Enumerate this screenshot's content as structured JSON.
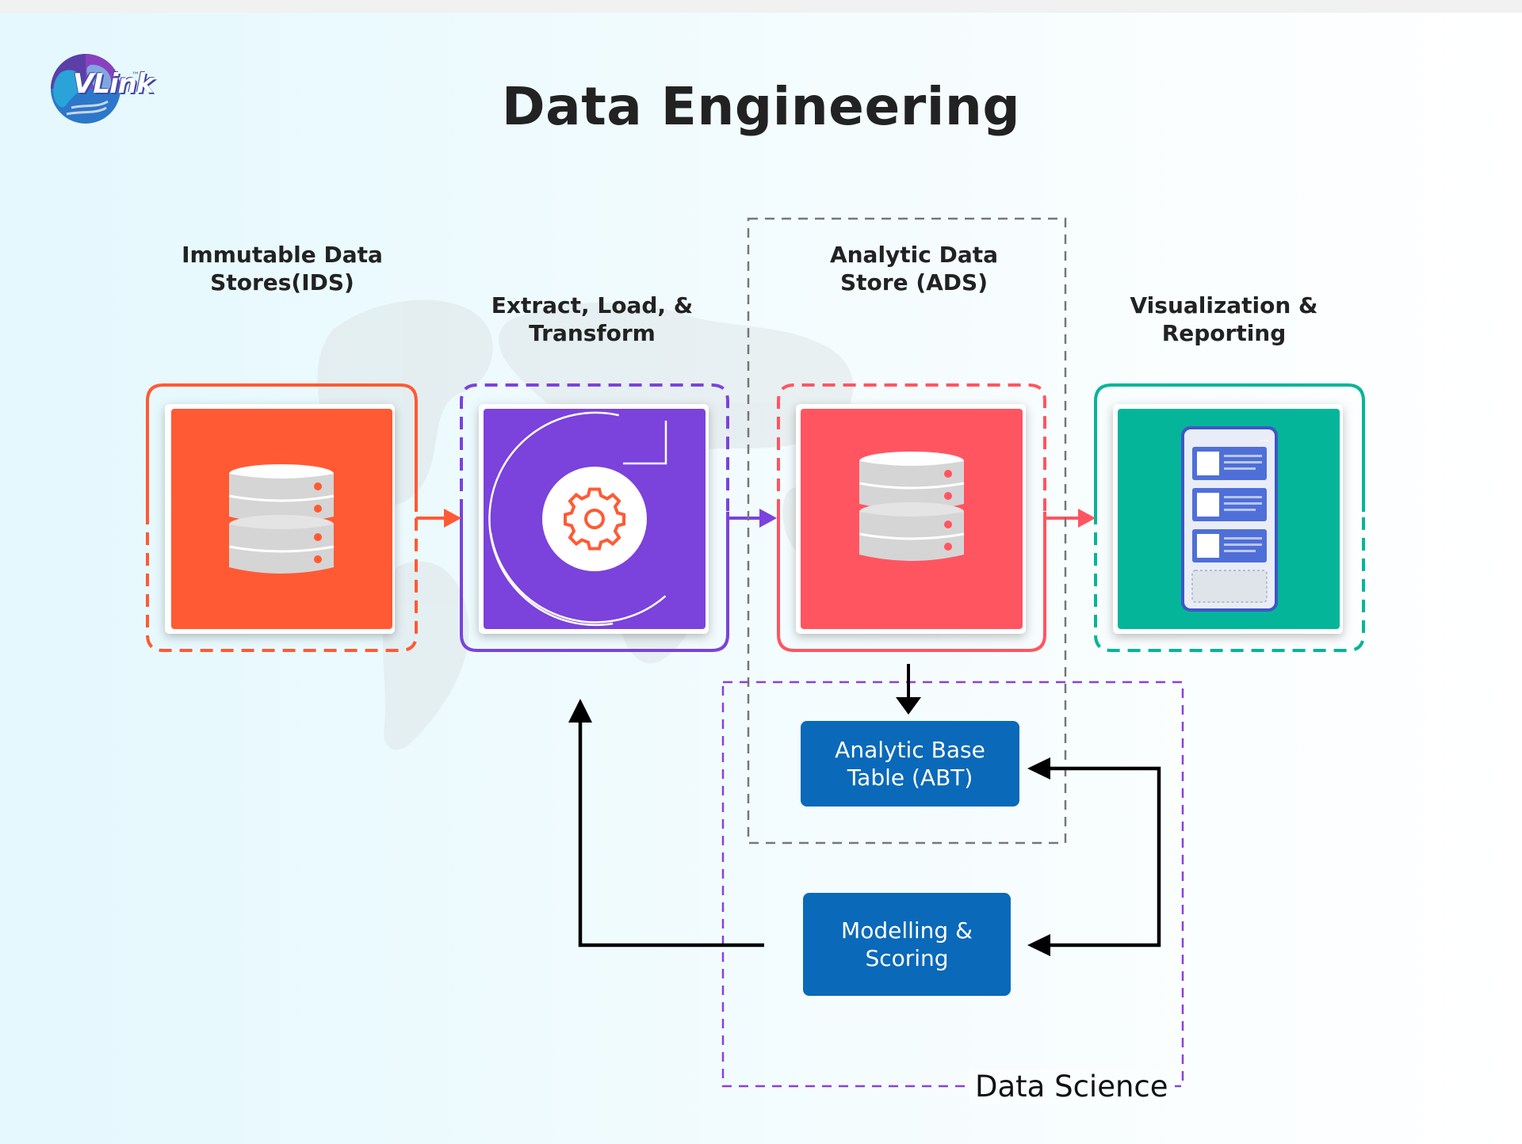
{
  "title": "Data Engineering",
  "logo": {
    "text": "VLink",
    "trademark": "™"
  },
  "steps": [
    {
      "label_line1": "Immutable Data",
      "label_line2": "Stores(IDS)",
      "color": "#ff5a34",
      "icon": "database-icon"
    },
    {
      "label_line1": "Extract, Load, &",
      "label_line2": "Transform",
      "color": "#7b42dc",
      "icon": "gear-cycle-icon"
    },
    {
      "label_line1": "Analytic Data",
      "label_line2": "Store (ADS)",
      "color": "#ff5561",
      "icon": "database-icon"
    },
    {
      "label_line1": "Visualization &",
      "label_line2": "Reporting",
      "color": "#05b59a",
      "icon": "mobile-report-icon"
    }
  ],
  "data_science": {
    "label": "Data Science",
    "abt": {
      "line1": "Analytic Base",
      "line2": "Table (ABT)"
    },
    "modelling": {
      "line1": "Modelling &",
      "line2": "Scoring"
    },
    "box_color": "#0a69b9",
    "border_color": "#8b3fe0"
  }
}
